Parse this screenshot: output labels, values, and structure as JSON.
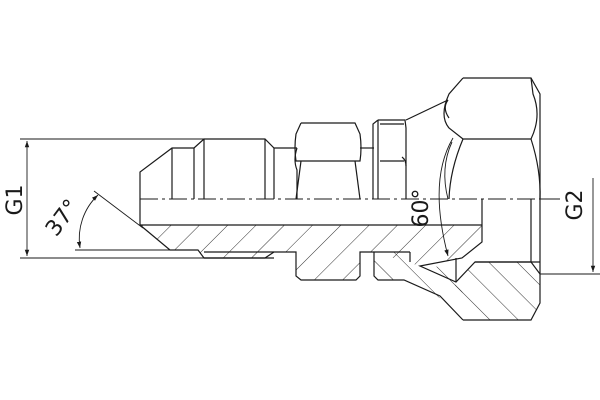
{
  "drawing": {
    "type": "technical-cross-section",
    "subject": "straight fitting, 37° flare male end to 60° cone swivel female nut",
    "line_color": "#1a1a1a",
    "background": "#ffffff"
  },
  "dimensions": {
    "g1": {
      "label": "G1"
    },
    "g2": {
      "label": "G2"
    }
  },
  "angles": {
    "flare": {
      "label": "37°"
    },
    "cone": {
      "label": "60°"
    }
  }
}
